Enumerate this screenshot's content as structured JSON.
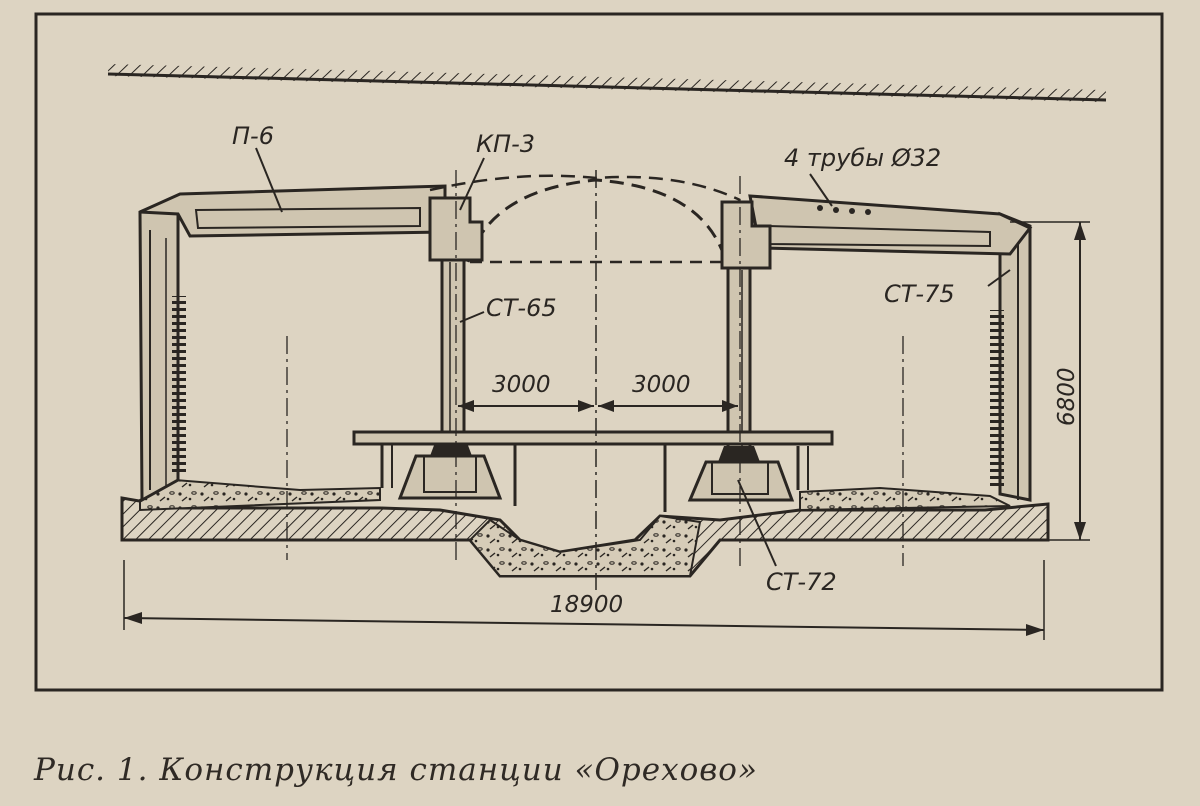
{
  "labels": {
    "p6": "П-6",
    "kp3": "КП-3",
    "pipes": "4 трубы Ø32",
    "st65": "СТ-65",
    "st75": "СТ-75",
    "st72": "СТ-72"
  },
  "dimensions": {
    "left_span": "3000",
    "right_span": "3000",
    "height": "6800",
    "total_width": "18900"
  },
  "caption": "Рис. 1. Конструкция станции «Орехово»",
  "colors": {
    "paper": "#ddd4c2",
    "ink": "#2a2622",
    "concrete": "#cfc5b0"
  }
}
